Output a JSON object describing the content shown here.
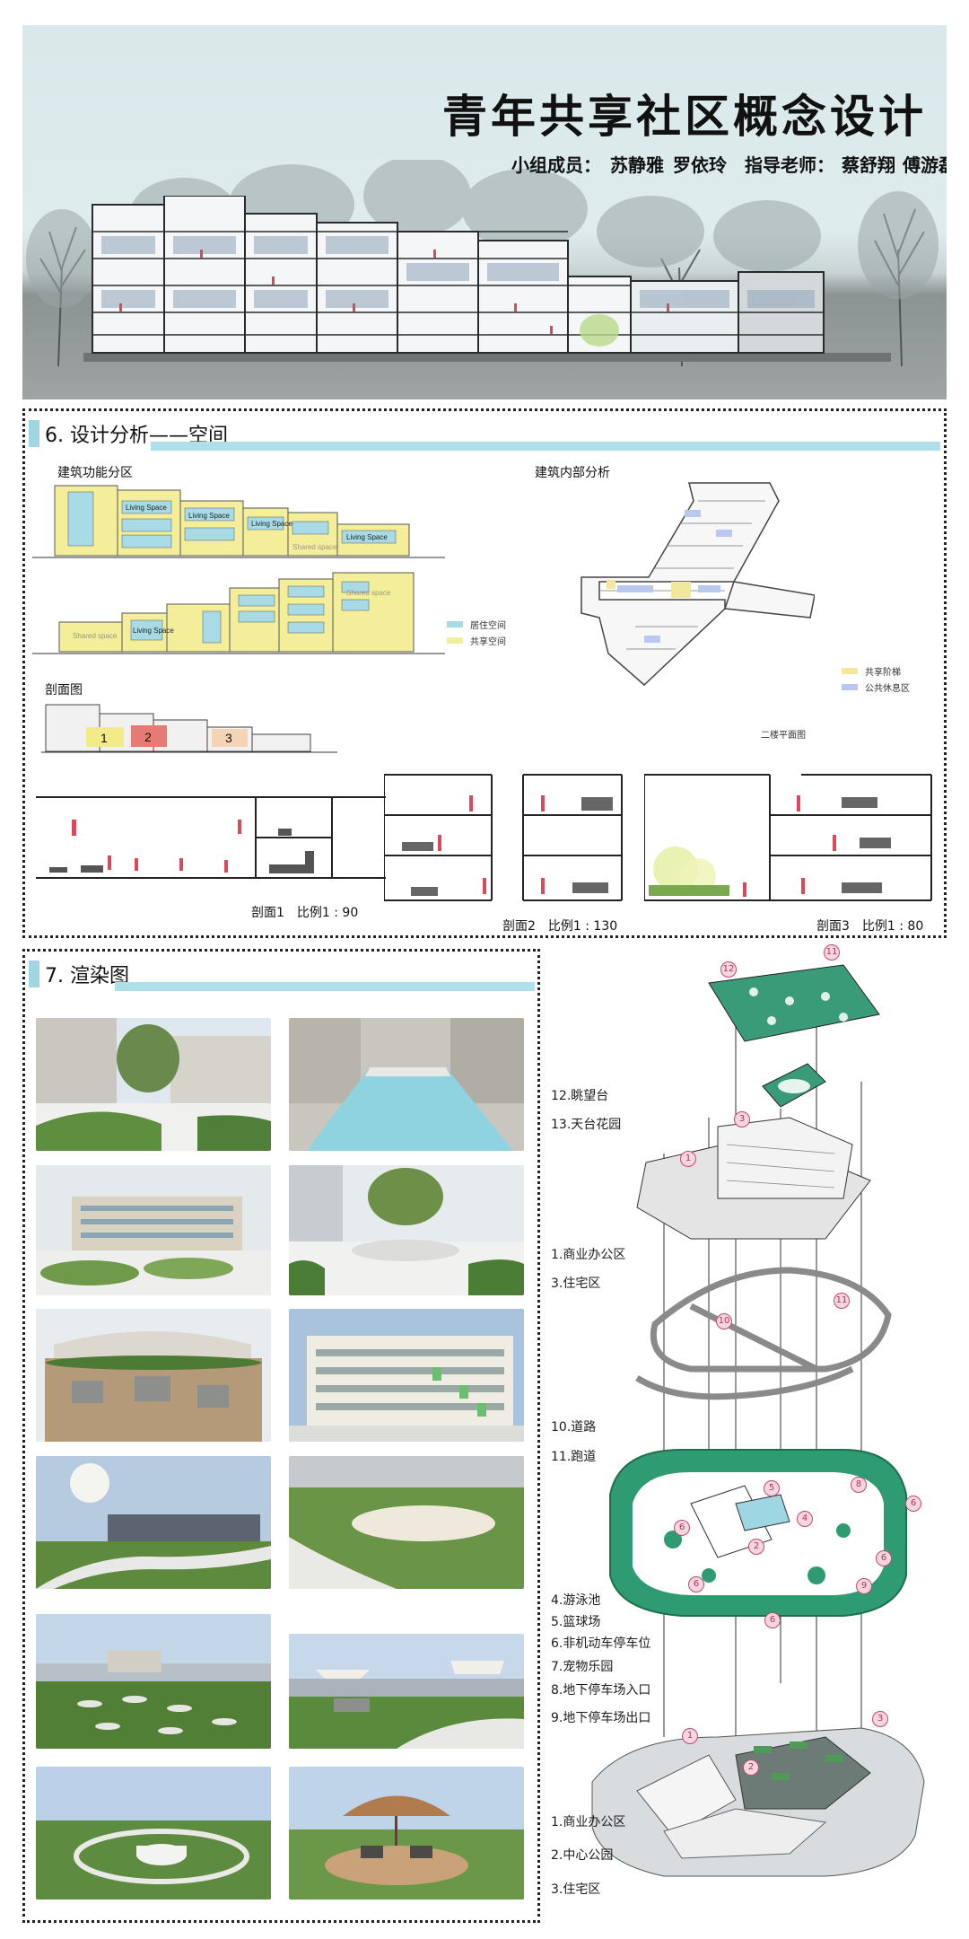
{
  "header": {
    "title": "青年共享社区概念设计",
    "members_label": "小组成员：",
    "members": [
      "苏静雅",
      "罗依玲"
    ],
    "advisors_label": "指导老师：",
    "advisors": [
      "蔡舒翔",
      "傅游磊"
    ]
  },
  "section6": {
    "title": "6. 设计分析——空间",
    "zoning_label": "建筑功能分区",
    "interior_label": "建筑内部分析",
    "section_label": "剖面图",
    "legend_zoning": [
      {
        "label": "居住空间",
        "color": "#a9dbe6"
      },
      {
        "label": "共享空间",
        "color": "#f4ee9a"
      }
    ],
    "legend_interior": [
      {
        "label": "共享阶梯",
        "color": "#f2e79a"
      },
      {
        "label": "公共休息区",
        "color": "#b9c8ef"
      }
    ],
    "plan_label": "二楼平面图",
    "zone_living": "Living Space",
    "zone_shared": "Shared space",
    "section_numbers": [
      "1",
      "2",
      "3"
    ],
    "scales": [
      "剖面1　比例1 : 90",
      "剖面2　比例1 : 130",
      "剖面3　比例1 : 80"
    ]
  },
  "section7": {
    "title": "7. 渲染图"
  },
  "axonometric": {
    "groups": [
      [
        "12.眺望台",
        "13.天台花园"
      ],
      [
        "1.商业办公区",
        "3.住宅区"
      ],
      [
        "10.道路",
        "11.跑道"
      ],
      [
        "4.游泳池",
        "5.篮球场",
        "6.非机动车停车位",
        "7.宠物乐园",
        "8.地下停车场入口",
        "9.地下停车场出口"
      ],
      [
        "1.商业办公区",
        "2.中心公园",
        "3.住宅区"
      ]
    ],
    "pins": [
      "12",
      "11",
      "3",
      "1",
      "10",
      "11",
      "8",
      "5",
      "4",
      "6",
      "2",
      "6",
      "6",
      "9",
      "6",
      "6",
      "1",
      "2",
      "3"
    ]
  }
}
